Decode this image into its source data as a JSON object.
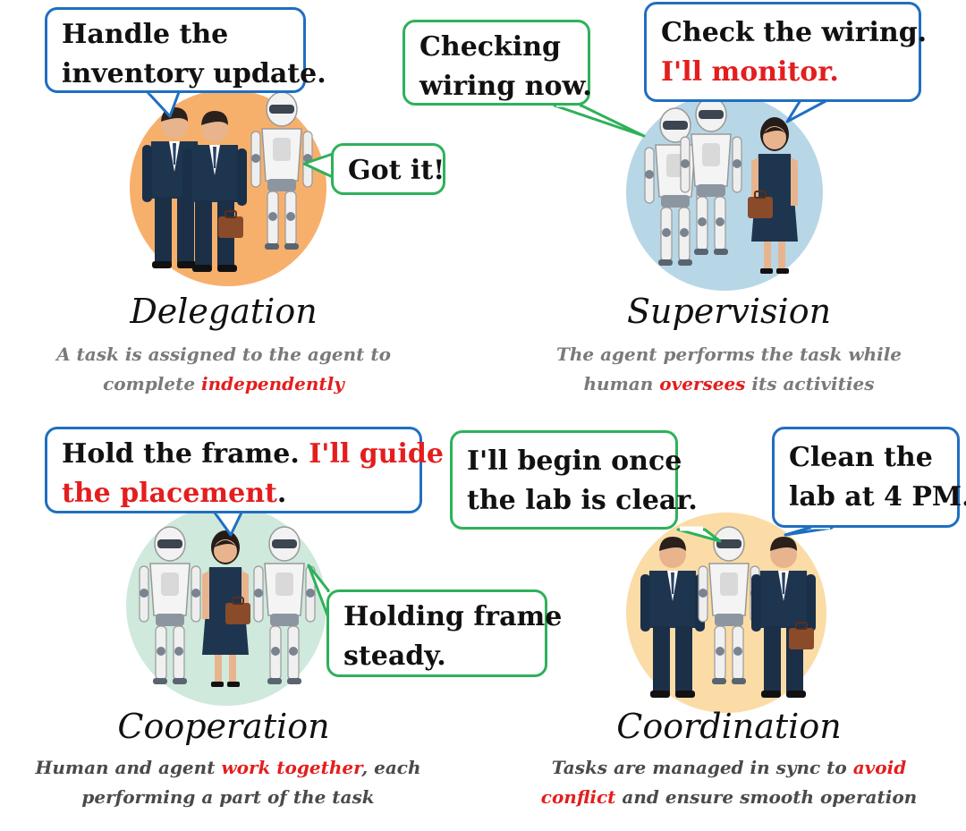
{
  "colors": {
    "bubble_blue": "#1f6fc1",
    "bubble_green": "#2eb15a",
    "highlight": "#e31e1e",
    "delegation_circle": "#f7b06c",
    "supervision_circle": "#b8d7e6",
    "cooperation_circle": "#cfe9dc",
    "coordination_circle": "#fbdca6",
    "suit": "#1e3550"
  },
  "delegation": {
    "title": "Delegation",
    "bubble_human_line1": "Handle the",
    "bubble_human_line2": "inventory update.",
    "bubble_agent": "Got it!",
    "desc_line1": "A task is assigned to the agent to",
    "desc_line2_pre": "complete ",
    "desc_line2_hl": "independently"
  },
  "supervision": {
    "title": "Supervision",
    "bubble_agent_line1": "Checking",
    "bubble_agent_line2": "wiring now.",
    "bubble_human_line1": "Check the wiring.",
    "bubble_human_line2": "I'll monitor.",
    "desc_line1": "The agent performs the task while",
    "desc_line2_pre": "human ",
    "desc_line2_hl": "oversees",
    "desc_line2_post": " its activities"
  },
  "cooperation": {
    "title": "Cooperation",
    "bubble_human_line1_pre": "Hold the frame. ",
    "bubble_human_line1_hl": "I'll guide",
    "bubble_human_line2_hl": "the placement",
    "bubble_human_line2_post": ".",
    "bubble_agent_line1": "Holding frame",
    "bubble_agent_line2": "steady.",
    "desc_line1_pre": "Human and agent ",
    "desc_line1_hl": "work together",
    "desc_line1_post": ", each",
    "desc_line2": "performing a part of the task"
  },
  "coordination": {
    "title": "Coordination",
    "bubble_agent_line1": "I'll begin once",
    "bubble_agent_line2": "the lab is clear.",
    "bubble_human_line1": "Clean the",
    "bubble_human_line2": "lab at 4 PM.",
    "desc_line1_pre": "Tasks are managed in sync to ",
    "desc_line1_hl": "avoid",
    "desc_line2_hl": "conflict",
    "desc_line2_post": " and ensure smooth operation"
  }
}
